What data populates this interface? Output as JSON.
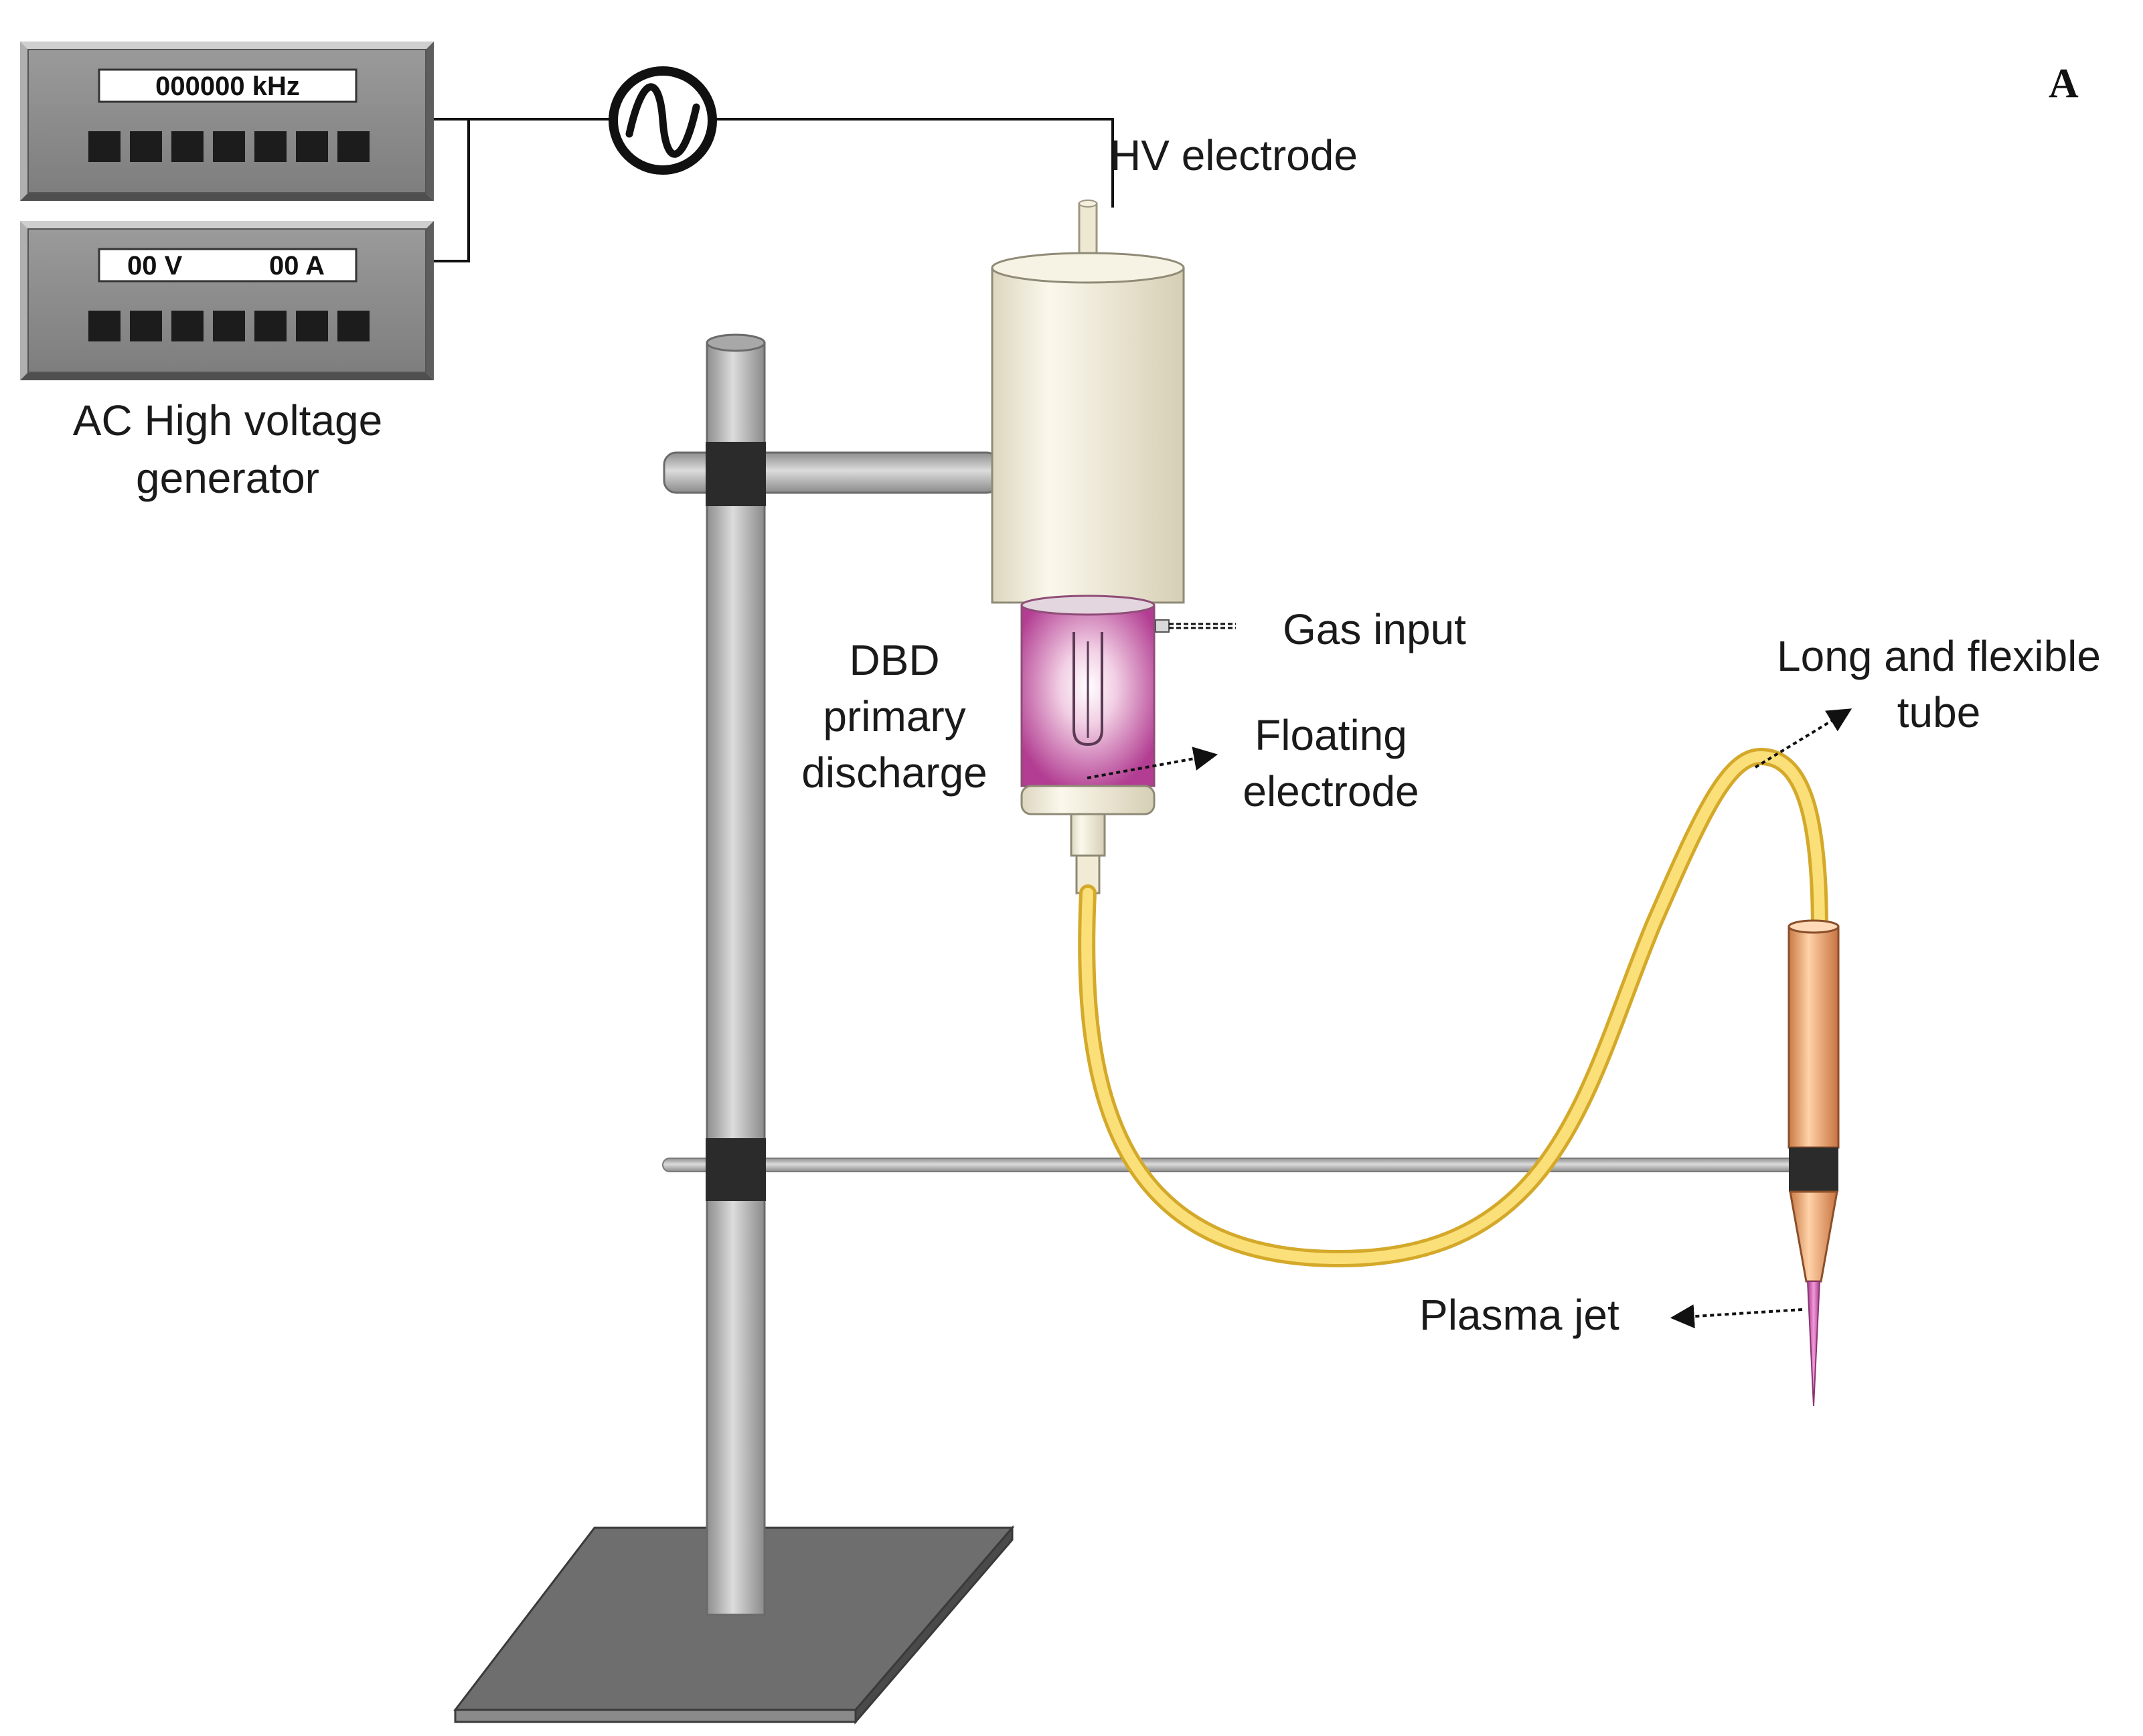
{
  "panel_label": "A",
  "generator": {
    "freq_display": "000000 kHz",
    "volt_display": "00 V",
    "amp_display": "00 A",
    "label_line1": "AC High voltage",
    "label_line2": "generator"
  },
  "labels": {
    "hv_electrode": "HV electrode",
    "gas_input": "Gas input",
    "dbd_line1": "DBD",
    "dbd_line2": "primary",
    "dbd_line3": "discharge",
    "floating_line1": "Floating",
    "floating_line2": "electrode",
    "tube_line1": "Long and flexible",
    "tube_line2": "tube",
    "plasma_jet": "Plasma jet"
  },
  "icons": {
    "ac_source": "ac-sine-source-icon"
  },
  "colors": {
    "cylinder_body": "#f3eedc",
    "plasma_glow": "#c24ea0",
    "tube_yellow": "#f7d45a",
    "pen_copper": "#f0a56e",
    "stand_gray": "#b9b9b9",
    "clamp_black": "#2a2a2a",
    "display_panel": "#8c8c8c",
    "base_plate": "#6d6d6d"
  }
}
